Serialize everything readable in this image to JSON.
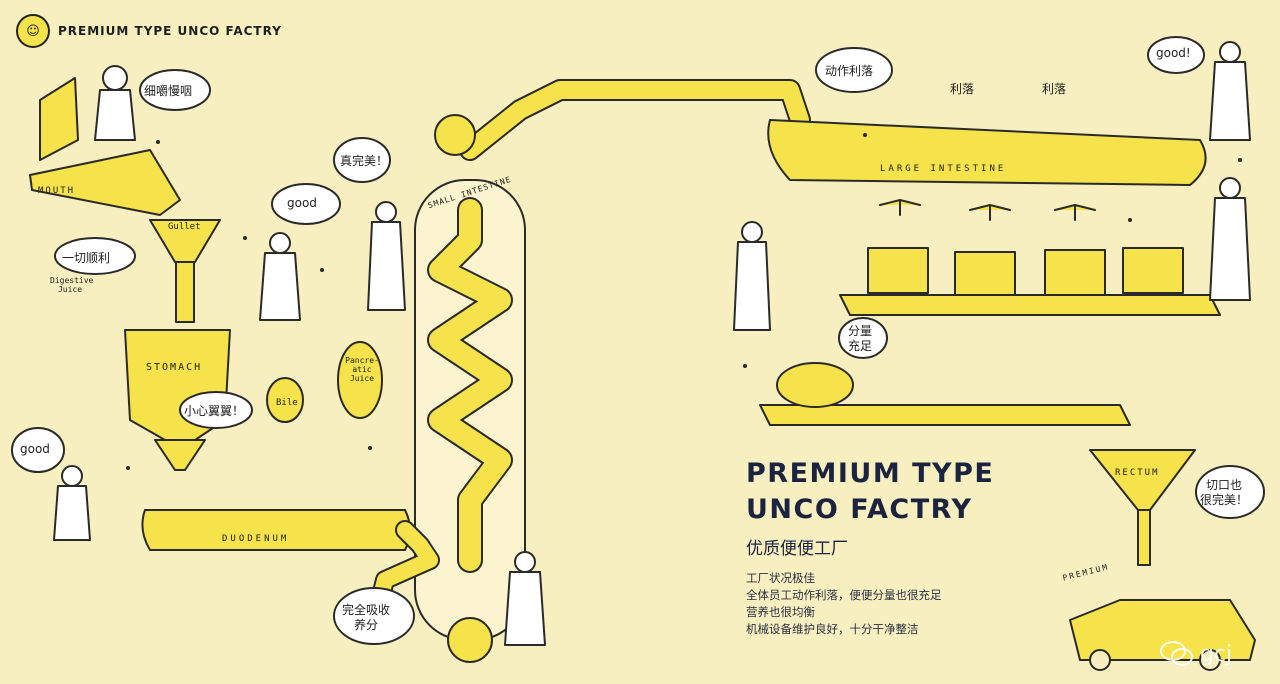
{
  "brand": {
    "title": "PREMIUM TYPE UNCO FACTRY"
  },
  "organ_labels": {
    "mouth": "MOUTH",
    "gullet": "Gullet",
    "digestive_juice": "Digestive Juice",
    "stomach": "STOMACH",
    "bile": "Bile",
    "pancreatic_juice": "Pancre-atic Juice",
    "duodenum": "DUODENUM",
    "small_intestine": "SMALL INTESTINE",
    "large_intestine": "LARGE INTESTINE",
    "rectum": "RECTUM",
    "premium": "PREMIUM"
  },
  "speech_bubbles": {
    "chew": "细嚼慢咽",
    "smooth": "一切顺利",
    "good_top": "good",
    "perfect": "真完美！",
    "careful": "小心翼翼！",
    "good_left": "good",
    "absorb_line1": "完全吸收",
    "absorb_line2": "养分",
    "action": "动作利落",
    "neat1": "利落",
    "neat2": "利落",
    "good_right": "good!",
    "amount_line1": "分量",
    "amount_line2": "充足",
    "cut_line1": "切口也",
    "cut_line2": "很完美！"
  },
  "headline": {
    "line1": "PREMIUM TYPE",
    "line2": "UNCO FACTRY",
    "subtitle": "优质便便工厂"
  },
  "description": [
    "工厂状况极佳",
    "全体员工动作利落，便便分量也很充足",
    "营养也很均衡",
    "机械设备维护良好，十分干净整洁"
  ],
  "watermark": {
    "text": "gcj",
    "icon": "wechat-icon"
  },
  "colors": {
    "background": "#f7efbf",
    "accent": "#f6e24a",
    "ink": "#1c2340"
  }
}
